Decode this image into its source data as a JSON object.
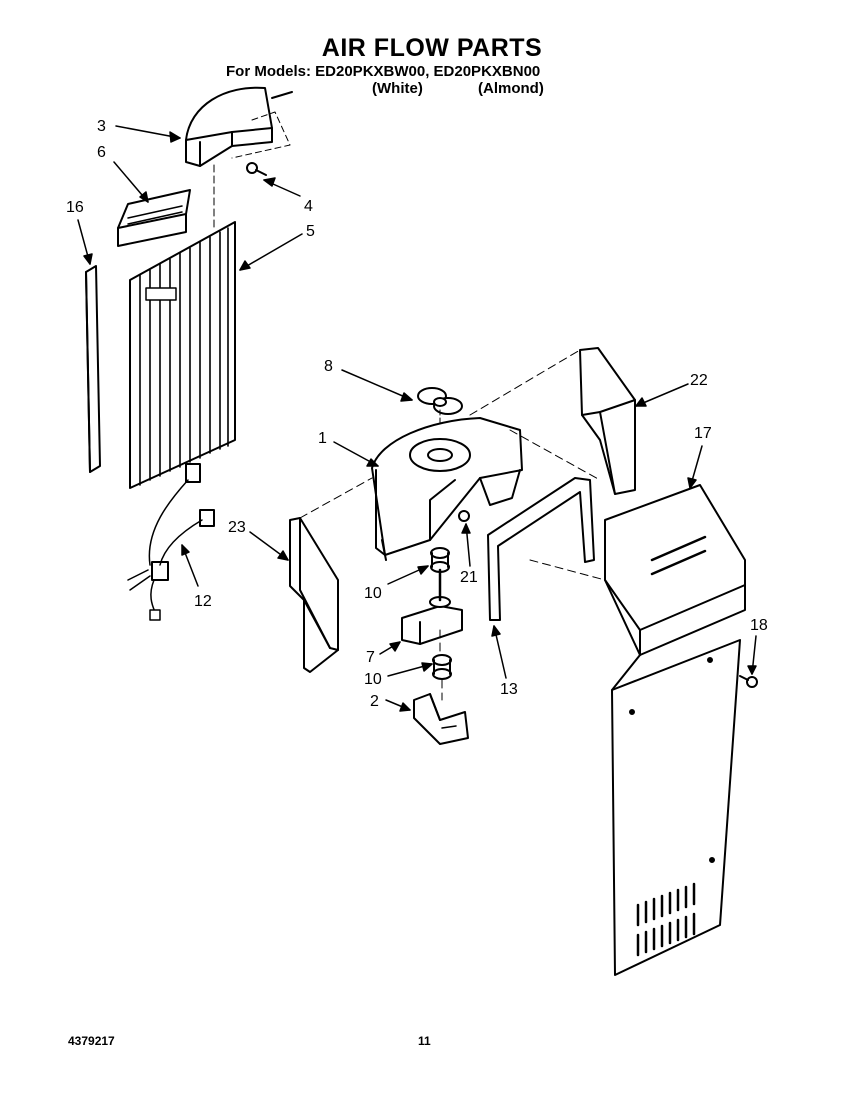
{
  "header": {
    "title": "AIR FLOW PARTS",
    "models_line": "For Models: ED20PKXBW00, ED20PKXBN00",
    "variant_white": "(White)",
    "variant_almond": "(Almond)"
  },
  "callouts": [
    "3",
    "6",
    "4",
    "5",
    "16",
    "8",
    "22",
    "1",
    "17",
    "23",
    "21",
    "10",
    "12",
    "18",
    "7",
    "10",
    "2",
    "13"
  ],
  "footer": {
    "doc_number": "4379217",
    "page_number": "11"
  }
}
